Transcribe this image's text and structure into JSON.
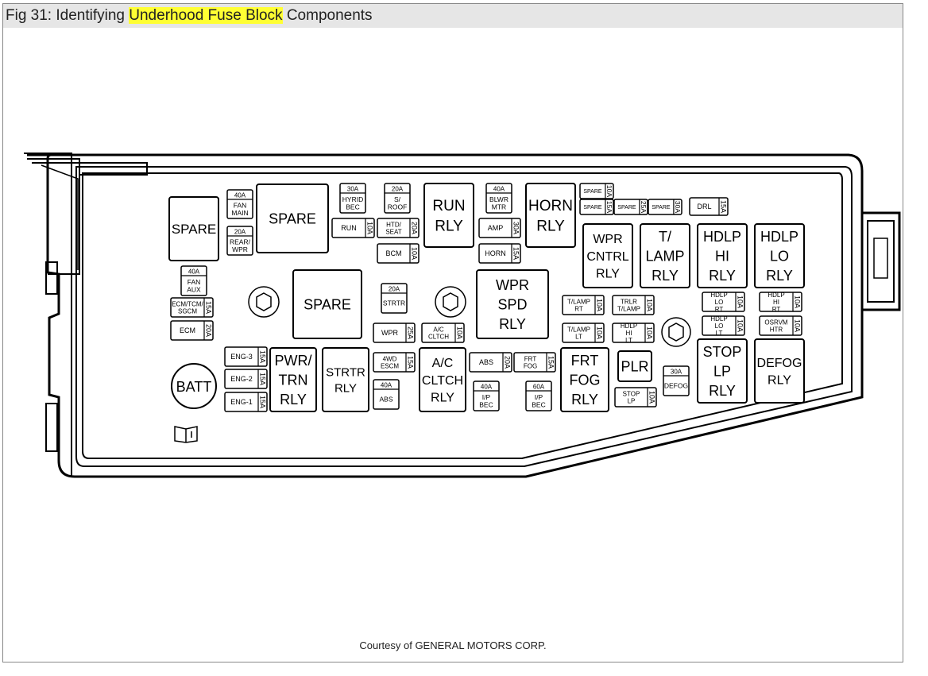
{
  "header": {
    "prefix": "Fig 31: Identifying ",
    "highlight": "Underhood Fuse Block",
    "suffix": " Components"
  },
  "credit": "Courtesy of GENERAL MOTORS CORP.",
  "colors": {
    "highlight": "#ffff33",
    "titlebar": "#e6e6e6",
    "line": "#000000"
  },
  "relays": [
    {
      "id": "spare-1",
      "lines": [
        "SPARE"
      ]
    },
    {
      "id": "spare-2",
      "lines": [
        "SPARE"
      ]
    },
    {
      "id": "spare-3",
      "lines": [
        "SPARE"
      ]
    },
    {
      "id": "run-rly",
      "lines": [
        "RUN",
        "RLY"
      ]
    },
    {
      "id": "horn-rly",
      "lines": [
        "HORN",
        "RLY"
      ]
    },
    {
      "id": "wpr-cntrl-rly",
      "lines": [
        "WPR",
        "CNTRL",
        "RLY"
      ]
    },
    {
      "id": "t-lamp-rly",
      "lines": [
        "T/",
        "LAMP",
        "RLY"
      ]
    },
    {
      "id": "hdlp-hi-rly",
      "lines": [
        "HDLP",
        "HI",
        "RLY"
      ]
    },
    {
      "id": "hdlp-lo-rly",
      "lines": [
        "HDLP",
        "LO",
        "RLY"
      ]
    },
    {
      "id": "wpr-spd-rly",
      "lines": [
        "WPR",
        "SPD",
        "RLY"
      ]
    },
    {
      "id": "pwr-trn-rly",
      "lines": [
        "PWR/",
        "TRN",
        "RLY"
      ]
    },
    {
      "id": "strtr-rly",
      "lines": [
        "STRTR",
        "RLY"
      ]
    },
    {
      "id": "ac-cltch-rly",
      "lines": [
        "A/C",
        "CLTCH",
        "RLY"
      ]
    },
    {
      "id": "frt-fog-rly",
      "lines": [
        "FRT",
        "FOG",
        "RLY"
      ]
    },
    {
      "id": "plr",
      "lines": [
        "PLR"
      ]
    },
    {
      "id": "stop-lp-rly",
      "lines": [
        "STOP",
        "LP",
        "RLY"
      ]
    },
    {
      "id": "defog-rly",
      "lines": [
        "DEFOG",
        "RLY"
      ]
    }
  ],
  "fuses": [
    {
      "id": "run",
      "name": "RUN",
      "amp": "10A"
    },
    {
      "id": "htd-seat",
      "name": "HTD/ SEAT",
      "amp": "20A"
    },
    {
      "id": "bcm",
      "name": "BCM",
      "amp": "10A"
    },
    {
      "id": "amp",
      "name": "AMP",
      "amp": "30A"
    },
    {
      "id": "horn",
      "name": "HORN",
      "amp": "15A"
    },
    {
      "id": "spare-a",
      "name": "SPARE",
      "amp": "10A"
    },
    {
      "id": "spare-b",
      "name": "SPARE",
      "amp": "15A"
    },
    {
      "id": "spare-c",
      "name": "SPARE",
      "amp": "25A"
    },
    {
      "id": "spare-d",
      "name": "SPARE",
      "amp": "30A"
    },
    {
      "id": "drl",
      "name": "DRL",
      "amp": "15A"
    },
    {
      "id": "ecm-tcm",
      "name": "ECM/TCM/ SGCM",
      "amp": "15A"
    },
    {
      "id": "ecm",
      "name": "ECM",
      "amp": "20A"
    },
    {
      "id": "wpr",
      "name": "WPR",
      "amp": "25A"
    },
    {
      "id": "ac-cltch",
      "name": "A/C CLTCH",
      "amp": "10A"
    },
    {
      "id": "t-lamp-rt",
      "name": "T/LAMP RT",
      "amp": "10A"
    },
    {
      "id": "trlr-t-lamp",
      "name": "TRLR T/LAMP",
      "amp": "10A"
    },
    {
      "id": "t-lamp-lt",
      "name": "T/LAMP LT",
      "amp": "10A"
    },
    {
      "id": "hdlp-hi-lt",
      "name": "HDLP HI LT",
      "amp": "10A"
    },
    {
      "id": "hdlp-lo-rt",
      "name": "HDLP LO RT",
      "amp": "10A"
    },
    {
      "id": "hdlp-hi-rt",
      "name": "HDLP HI RT",
      "amp": "10A"
    },
    {
      "id": "hdlp-lo-lt",
      "name": "HDLP LO LT",
      "amp": "10A"
    },
    {
      "id": "osrvm-htr",
      "name": "OSRVM HTR",
      "amp": "10A"
    },
    {
      "id": "eng-3",
      "name": "ENG-3",
      "amp": "15A"
    },
    {
      "id": "eng-2",
      "name": "ENG-2",
      "amp": "15A"
    },
    {
      "id": "eng-1",
      "name": "ENG-1",
      "amp": "15A"
    },
    {
      "id": "4wd-escm",
      "name": "4WD ESCM",
      "amp": "15A"
    },
    {
      "id": "abs",
      "name": "ABS",
      "amp": "20A"
    },
    {
      "id": "frt-fog",
      "name": "FRT FOG",
      "amp": "15A"
    },
    {
      "id": "stop-lp",
      "name": "STOP LP",
      "amp": "10A"
    }
  ],
  "maxi": [
    {
      "id": "fan-main",
      "amp": "40A",
      "lines": [
        "FAN",
        "MAIN"
      ]
    },
    {
      "id": "rear-wpr",
      "amp": "20A",
      "lines": [
        "REAR/",
        "WPR"
      ]
    },
    {
      "id": "hyrid-bec",
      "amp": "30A",
      "lines": [
        "HYRID",
        "BEC"
      ]
    },
    {
      "id": "s-roof",
      "amp": "20A",
      "lines": [
        "S/",
        "ROOF"
      ]
    },
    {
      "id": "blwr-mtr",
      "amp": "40A",
      "lines": [
        "BLWR",
        "MTR"
      ]
    },
    {
      "id": "fan-aux",
      "amp": "40A",
      "lines": [
        "FAN",
        "AUX"
      ]
    },
    {
      "id": "strtr",
      "amp": "20A",
      "lines": [
        "STRTR"
      ]
    },
    {
      "id": "abs-maxi",
      "amp": "40A",
      "lines": [
        "ABS"
      ]
    },
    {
      "id": "ip-bec-1",
      "amp": "40A",
      "lines": [
        "I/P",
        "BEC"
      ]
    },
    {
      "id": "ip-bec-2",
      "amp": "60A",
      "lines": [
        "I/P",
        "BEC"
      ]
    },
    {
      "id": "defog",
      "amp": "30A",
      "lines": [
        "DEFOG"
      ]
    }
  ],
  "batt": "BATT",
  "icons": [
    "bolt-icon",
    "bolt-icon",
    "manual-info-icon"
  ]
}
